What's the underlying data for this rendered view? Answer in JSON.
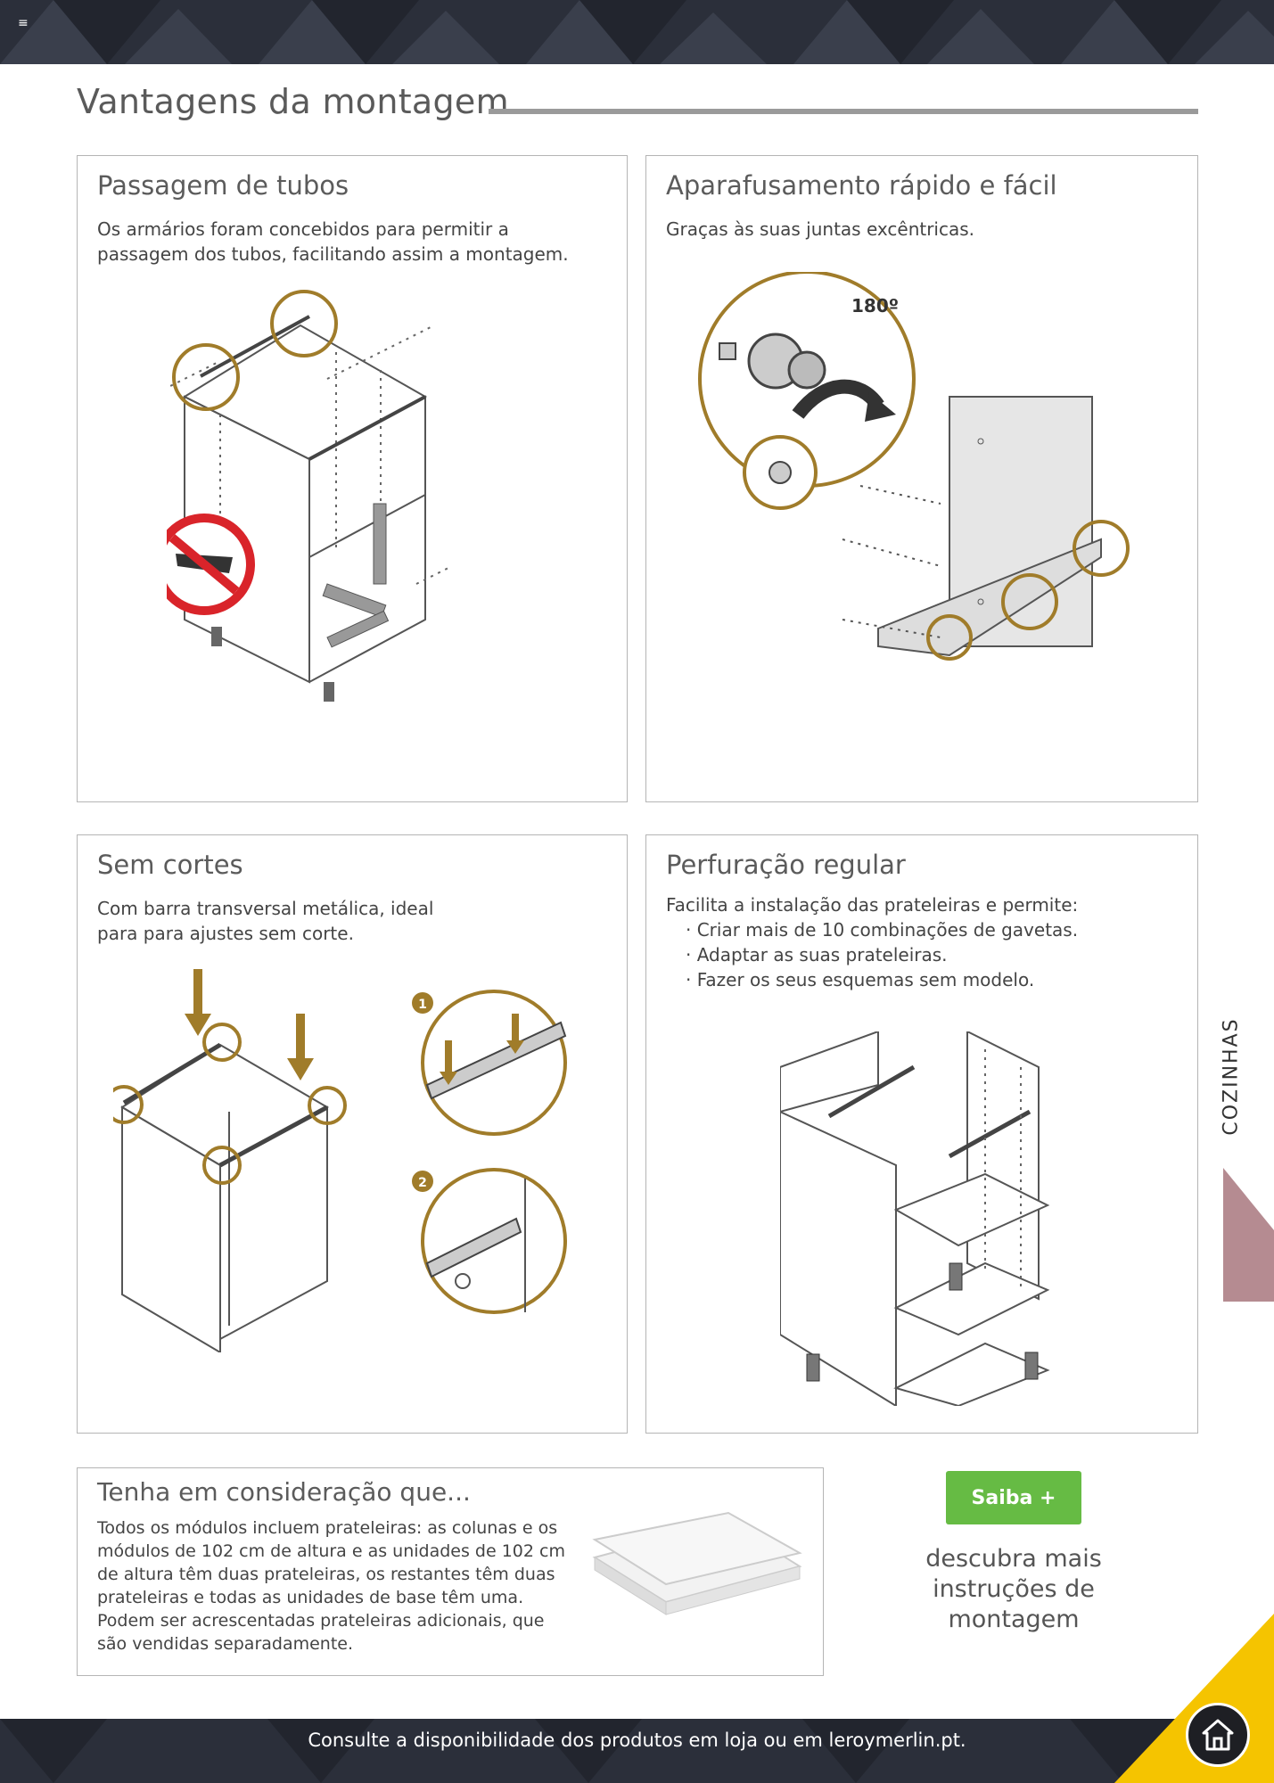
{
  "header": {
    "menu_icon": "menu-icon"
  },
  "page": {
    "title": "Vantagens da montagem"
  },
  "panels": {
    "pipes": {
      "title": "Passagem de tubos",
      "text": "Os armários foram concebidos para permitir a passagem dos tubos, facilitando assim a montagem."
    },
    "screwing": {
      "title": "Aparafusamento rápido e fácil",
      "text": "Graças às suas juntas excêntricas.",
      "rotation_label": "180º"
    },
    "no_cuts": {
      "title": "Sem cortes",
      "text": "Com barra transversal metálica, ideal para para ajustes sem corte.",
      "step1": "1",
      "step2": "2"
    },
    "drilling": {
      "title": "Perfuração regular",
      "intro": "Facilita a instalação das prateleiras e permite:",
      "bullets": [
        "Criar mais de 10 combinações de gavetas.",
        "Adaptar as suas prateleiras.",
        "Fazer os seus esquemas sem modelo."
      ]
    },
    "consider": {
      "title": "Tenha em consideração que...",
      "text": "Todos os módulos incluem prateleiras: as colunas e os módulos de 102 cm de altura e as unidades de 102 cm de altura têm duas prateleiras, os restantes têm duas prateleiras e todas as unidades de base têm uma. Podem ser acrescentadas prateleiras adicionais, que são vendidas separadamente."
    }
  },
  "cta": {
    "button_label": "Saiba +",
    "discover_text": "descubra mais instruções de montagem"
  },
  "side_tab": {
    "label": "COZINHAS"
  },
  "footer": {
    "text": "Consulte a disponibilidade dos produtos em loja ou em leroymerlin.pt."
  },
  "colors": {
    "dark_band": "#2b2f3a",
    "gold": "#a07c2a",
    "green": "#66bb44",
    "yellow": "#f5c400",
    "mauve": "#b58b91",
    "red": "#d9242a"
  }
}
